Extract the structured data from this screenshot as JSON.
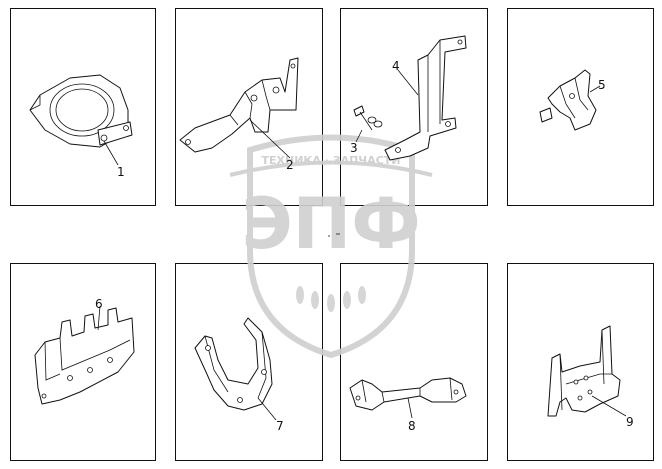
{
  "panels": [
    {
      "label": "1"
    },
    {
      "label": "2"
    },
    {
      "label": "3"
    },
    {
      "label": "4"
    },
    {
      "label": "5"
    },
    {
      "label": "6"
    },
    {
      "label": "7"
    },
    {
      "label": "8"
    },
    {
      "label": "9"
    }
  ],
  "watermark": {
    "top_text": "ТЕХНИКА · ЗАПЧАСТИ",
    "logo_text": "ЭПФ"
  }
}
